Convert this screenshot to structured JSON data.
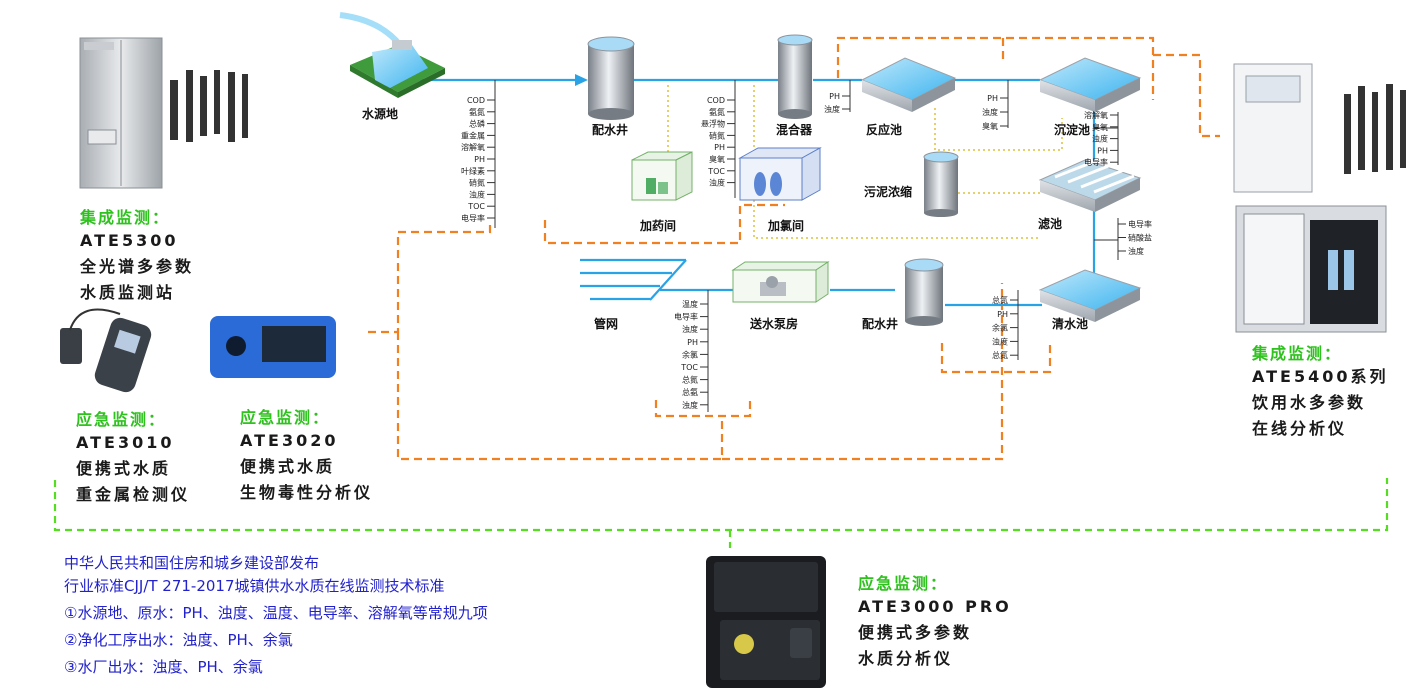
{
  "colors": {
    "pipe": "#2aa3e6",
    "dashed_orange": "#f08020",
    "dashed_green": "#55dd22",
    "label_green": "#2fc21f",
    "standard_blue": "#2222cc"
  },
  "stations": {
    "source": "水源地",
    "distribution_well": "配水井",
    "mixer": "混合器",
    "reaction_tank": "反应池",
    "sedimentation": "沉淀池",
    "sludge": "污泥浓缩",
    "filter": "滤池",
    "dosing_room": "加药间",
    "chlorine_room": "加氯间",
    "pipe_network": "管网",
    "pump_house": "送水泵房",
    "distribution_well_2": "配水井",
    "clear_water_tank": "清水池"
  },
  "params": {
    "source": [
      "COD",
      "氨氮",
      "总磷",
      "重金属",
      "溶解氧",
      "PH",
      "叶绿素",
      "硝氮",
      "浊度",
      "TOC",
      "电导率"
    ],
    "mixer": [
      "COD",
      "氨氮",
      "悬浮物",
      "硝氮",
      "PH",
      "臭氧",
      "TOC",
      "浊度"
    ],
    "reaction": [
      "PH",
      "浊度"
    ],
    "sedimentation_in": [
      "PH",
      "浊度",
      "臭氧"
    ],
    "sedimentation_out": [
      "溶解氧",
      "臭氧",
      "浊度",
      "PH",
      "电导率"
    ],
    "filter": [
      "电导率",
      "硝酸盐",
      "浊度"
    ],
    "clear_water": [
      "总氮",
      "PH",
      "余氯",
      "浊度",
      "总氮"
    ],
    "pipe_network": [
      "温度",
      "电导率",
      "浊度",
      "PH",
      "余氯",
      "TOC",
      "总氮",
      "总氨",
      "浊度"
    ]
  },
  "devices": {
    "ate5300": {
      "title": "集成监测：",
      "lines": [
        "ATE5300",
        "全光谱多参数",
        "水质监测站"
      ]
    },
    "ate3010": {
      "title": "应急监测：",
      "lines": [
        "ATE3010",
        "便携式水质",
        "重金属检测仪"
      ]
    },
    "ate3020": {
      "title": "应急监测：",
      "lines": [
        "ATE3020",
        "便携式水质",
        "生物毒性分析仪"
      ]
    },
    "ate5400": {
      "title": "集成监测：",
      "lines": [
        "ATE5400系列",
        "饮用水多参数",
        "在线分析仪"
      ]
    },
    "ate3000": {
      "title": "应急监测：",
      "lines": [
        "ATE3000 PRO",
        "便携式多参数",
        "水质分析仪"
      ]
    }
  },
  "standard": {
    "lines": [
      "中华人民共和国住房和城乡建设部发布",
      "行业标准CJJ/T 271-2017城镇供水水质在线监测技术标准",
      "①水源地、原水：PH、浊度、温度、电导率、溶解氧等常规九项",
      "②净化工序出水：浊度、PH、余氯",
      "③水厂出水：浊度、PH、余氯"
    ]
  }
}
